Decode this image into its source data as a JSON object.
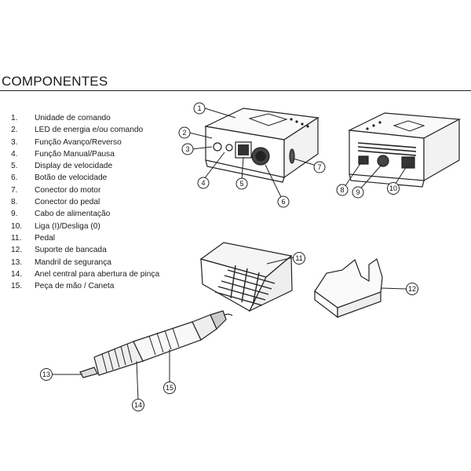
{
  "title": "COMPONENTES",
  "components": [
    {
      "num": "1.",
      "label": "Unidade de comando"
    },
    {
      "num": "2.",
      "label": "LED de energia e/ou comando"
    },
    {
      "num": "3.",
      "label": "Função Avanço/Reverso"
    },
    {
      "num": "4.",
      "label": "Função Manual/Pausa"
    },
    {
      "num": "5.",
      "label": "Display de velocidade"
    },
    {
      "num": "6.",
      "label": "Botão de velocidade"
    },
    {
      "num": "7.",
      "label": "Conector do motor"
    },
    {
      "num": "8.",
      "label": "Conector do pedal"
    },
    {
      "num": "9.",
      "label": "Cabo de alimentação"
    },
    {
      "num": "10.",
      "label": "Liga (I)/Desliga (0)"
    },
    {
      "num": "11.",
      "label": "Pedal"
    },
    {
      "num": "12.",
      "label": "Suporte de bancada"
    },
    {
      "num": "13.",
      "label": "Mandril de segurança"
    },
    {
      "num": "14.",
      "label": "Anel central para abertura de pinça"
    },
    {
      "num": "15.",
      "label": "Peça de mão / Caneta"
    }
  ],
  "callouts": {
    "c1": "1",
    "c2": "2",
    "c3": "3",
    "c4": "4",
    "c5": "5",
    "c6": "6",
    "c7": "7",
    "c8": "8",
    "c9": "9",
    "c10": "10",
    "c11": "11",
    "c12": "12",
    "c13": "13",
    "c14": "14",
    "c15": "15"
  }
}
